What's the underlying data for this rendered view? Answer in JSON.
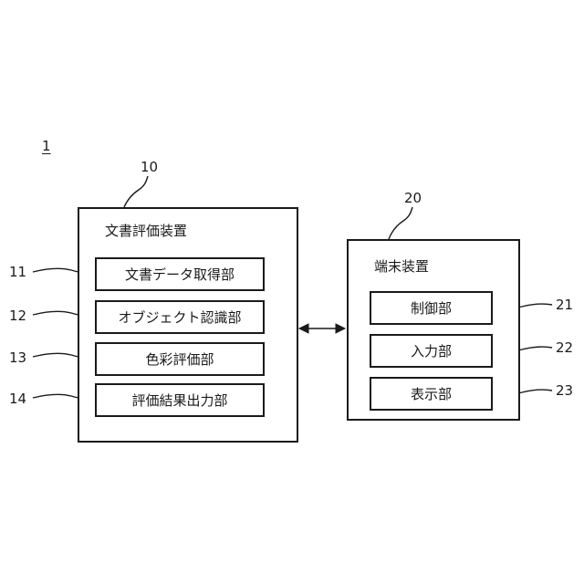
{
  "system_ref": "1",
  "document_evaluation_device": {
    "ref": "10",
    "title": "文書評価装置",
    "units": [
      {
        "ref": "11",
        "label": "文書データ取得部"
      },
      {
        "ref": "12",
        "label": "オブジェクト認識部"
      },
      {
        "ref": "13",
        "label": "色彩評価部"
      },
      {
        "ref": "14",
        "label": "評価結果出力部"
      }
    ]
  },
  "terminal_device": {
    "ref": "20",
    "title": "端末装置",
    "units": [
      {
        "ref": "21",
        "label": "制御部"
      },
      {
        "ref": "22",
        "label": "入力部"
      },
      {
        "ref": "23",
        "label": "表示部"
      }
    ]
  }
}
